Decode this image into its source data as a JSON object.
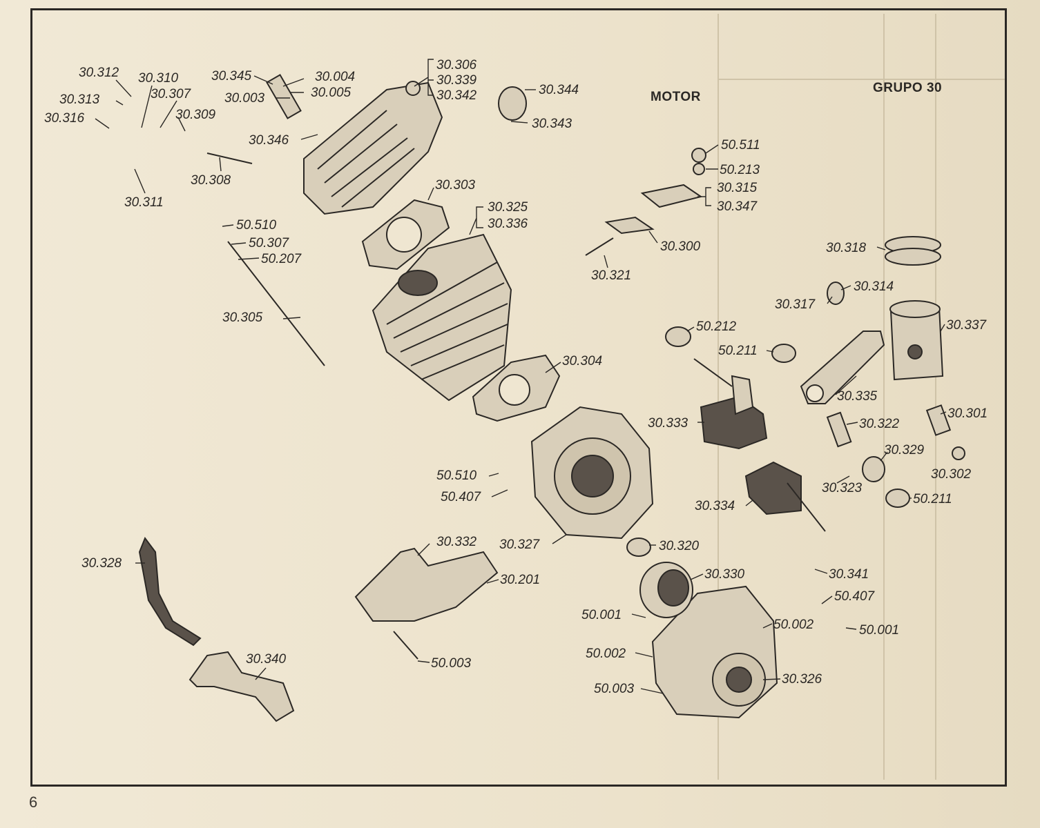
{
  "header": {
    "section_title": "MOTOR",
    "group_title": "GRUPO 30"
  },
  "page_number": "6",
  "labels": [
    "30.312",
    "30.310",
    "30.313",
    "30.307",
    "30.316",
    "30.309",
    "30.308",
    "30.311",
    "30.345",
    "30.004",
    "30.003",
    "30.005",
    "30.306",
    "30.339",
    "30.342",
    "30.346",
    "30.344",
    "30.343",
    "30.303",
    "30.325",
    "30.336",
    "50.510",
    "50.307",
    "50.207",
    "30.305",
    "30.304",
    "50.510",
    "50.407",
    "30.327",
    "30.332",
    "30.201",
    "30.328",
    "30.340",
    "50.003",
    "50.511",
    "50.213",
    "30.315",
    "30.347",
    "30.300",
    "30.321",
    "50.212",
    "50.211",
    "30.333",
    "30.334",
    "30.320",
    "30.330",
    "50.001",
    "50.002",
    "50.003",
    "50.002",
    "30.326",
    "30.341",
    "50.407",
    "50.001",
    "30.318",
    "30.314",
    "30.317",
    "30.337",
    "30.335",
    "30.322",
    "30.301",
    "30.329",
    "30.323",
    "30.302",
    "50.211"
  ],
  "colors": {
    "paper": "#efe6d1",
    "ink": "#2b2825"
  }
}
